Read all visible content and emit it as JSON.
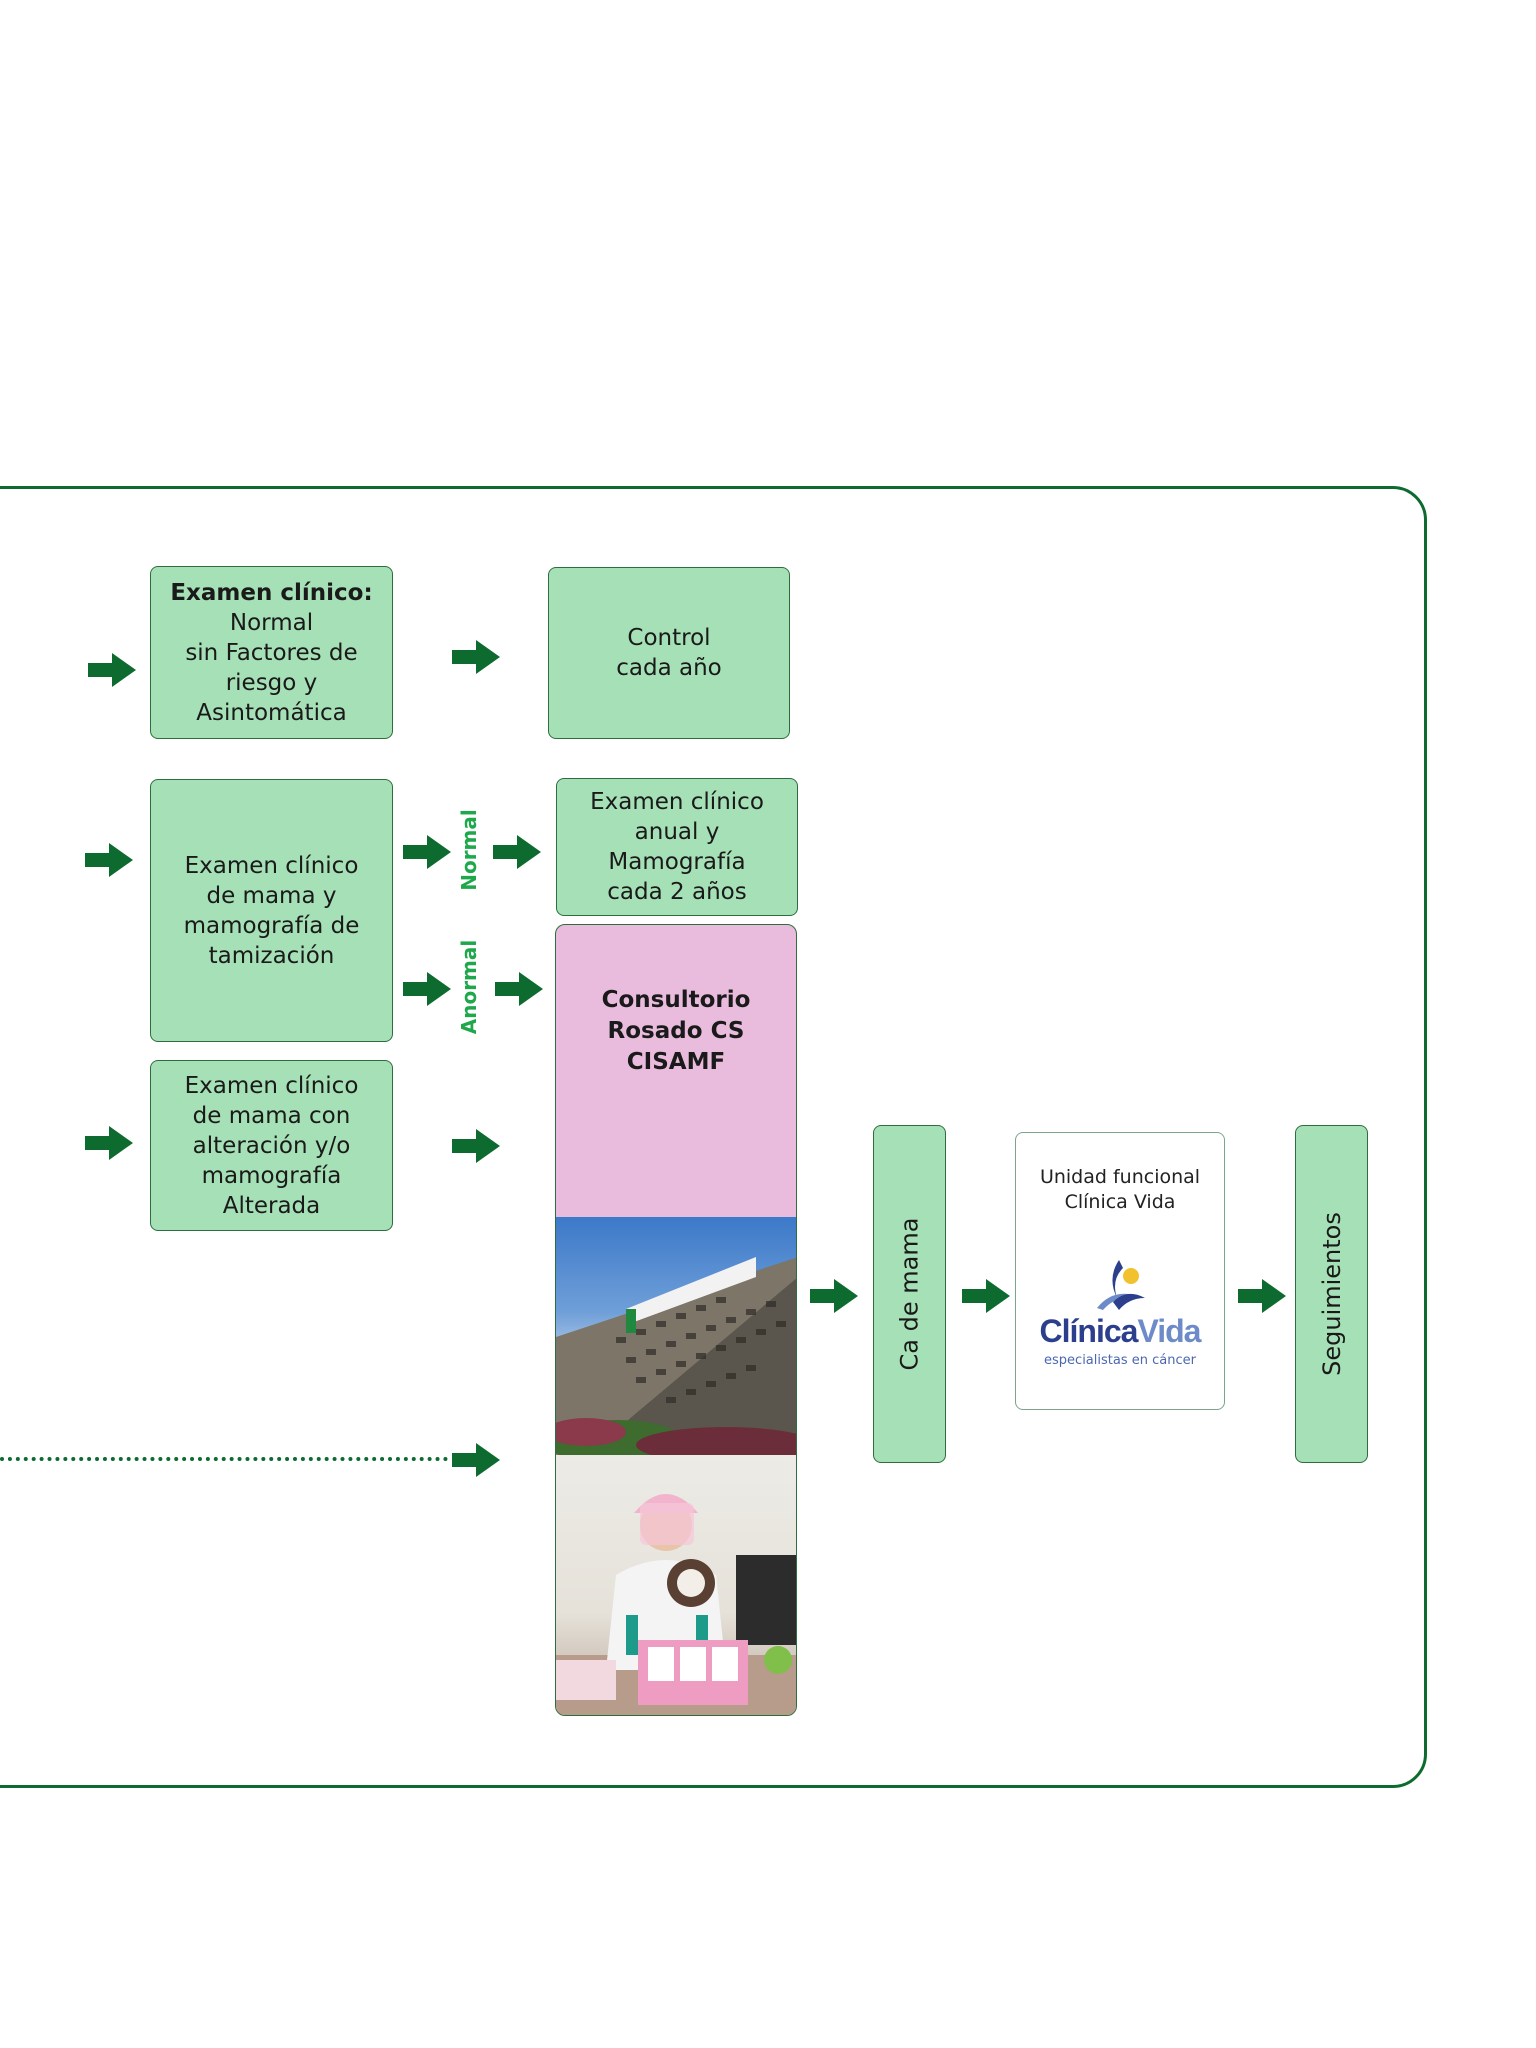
{
  "nodes": {
    "examen_normal": {
      "title": "Examen clínico:",
      "lines": [
        "Normal",
        "sin Factores de",
        "riesgo y",
        "Asintomática"
      ]
    },
    "control": {
      "lines": [
        "Control",
        "cada año"
      ]
    },
    "tamizacion": {
      "lines": [
        "Examen clínico",
        "de mama  y",
        "mamografía de",
        "tamización"
      ]
    },
    "anual": {
      "lines": [
        "Examen clínico",
        "anual y",
        "Mamografía",
        "cada 2 años"
      ]
    },
    "alteracion": {
      "lines": [
        "Examen clínico",
        "de mama  con",
        "alteración y/o",
        "mamografía",
        "Alterada"
      ]
    },
    "consultorio": {
      "line1": "Consultorio",
      "line2": "Rosado",
      "line3": "CS CISAMF"
    },
    "ca_mama": {
      "label": "Ca de mama"
    },
    "unidad": {
      "lines": [
        "Unidad funcional",
        "Clínica Vida"
      ],
      "logo_name_a": "Clínica",
      "logo_name_b": "Vida",
      "logo_tagline": "especialistas en cáncer"
    },
    "seguimientos": {
      "label": "Seguimientos"
    }
  },
  "branch_labels": {
    "normal": "Normal",
    "anormal": "Anormal"
  },
  "colors": {
    "frame": "#0e6b2f",
    "arrow": "#0e6b2f",
    "box_fill": "#a6e0b6",
    "pink_fill": "#e9bcde",
    "branch_label": "#1fa84b"
  },
  "icons": {
    "arrow": "arrow-right-icon",
    "logo": "clinica-vida-logo"
  }
}
